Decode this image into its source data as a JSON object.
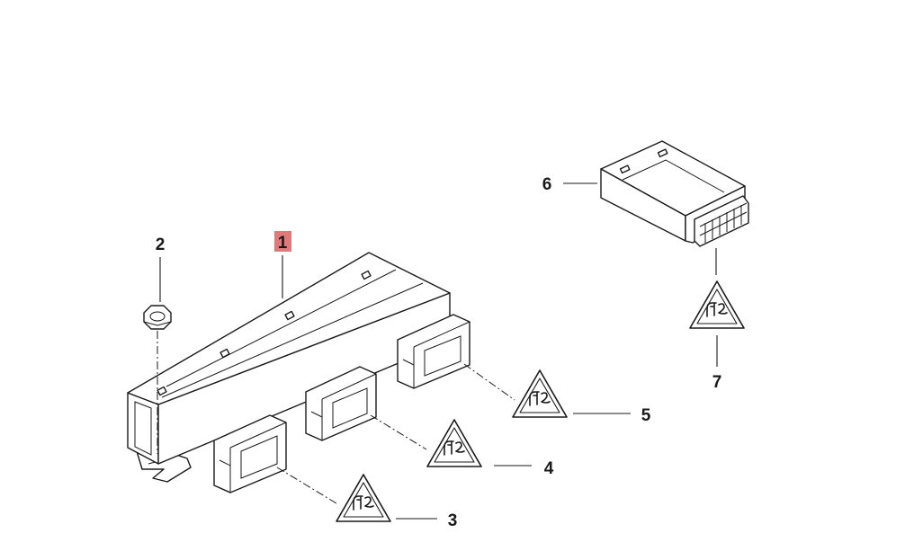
{
  "callouts": {
    "part_1": "1",
    "part_2": "2",
    "part_3": "3",
    "part_4": "4",
    "part_5": "5",
    "part_6": "6",
    "part_7": "7"
  },
  "colors": {
    "highlight": "#e07a7a",
    "line": "#1a1a1a",
    "background": "#ffffff"
  },
  "icons": [
    "hex-nut-icon",
    "esd-warning-icon",
    "control-module-icon",
    "connector-module-icon"
  ]
}
